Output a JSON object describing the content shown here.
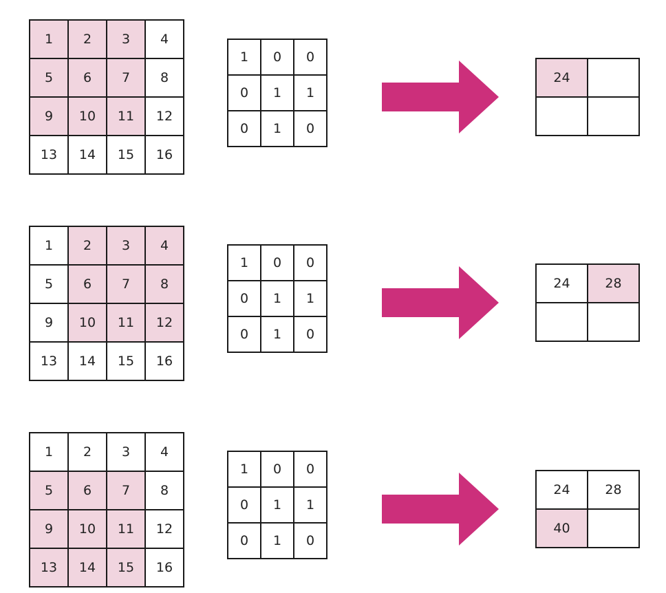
{
  "colors": {
    "highlight": "#f1d5df",
    "arrow": "#cc2f7b",
    "border": "#1a1a1a"
  },
  "steps": [
    {
      "input": [
        [
          "1",
          "2",
          "3",
          "4"
        ],
        [
          "5",
          "6",
          "7",
          "8"
        ],
        [
          "9",
          "10",
          "11",
          "12"
        ],
        [
          "13",
          "14",
          "15",
          "16"
        ]
      ],
      "input_highlight": [
        [
          1,
          1,
          1,
          0
        ],
        [
          1,
          1,
          1,
          0
        ],
        [
          1,
          1,
          1,
          0
        ],
        [
          0,
          0,
          0,
          0
        ]
      ],
      "kernel": [
        [
          "1",
          "0",
          "0"
        ],
        [
          "0",
          "1",
          "1"
        ],
        [
          "0",
          "1",
          "0"
        ]
      ],
      "output": [
        [
          "24",
          ""
        ],
        [
          "",
          ""
        ]
      ],
      "output_highlight": [
        [
          1,
          0
        ],
        [
          0,
          0
        ]
      ]
    },
    {
      "input": [
        [
          "1",
          "2",
          "3",
          "4"
        ],
        [
          "5",
          "6",
          "7",
          "8"
        ],
        [
          "9",
          "10",
          "11",
          "12"
        ],
        [
          "13",
          "14",
          "15",
          "16"
        ]
      ],
      "input_highlight": [
        [
          0,
          1,
          1,
          1
        ],
        [
          0,
          1,
          1,
          1
        ],
        [
          0,
          1,
          1,
          1
        ],
        [
          0,
          0,
          0,
          0
        ]
      ],
      "kernel": [
        [
          "1",
          "0",
          "0"
        ],
        [
          "0",
          "1",
          "1"
        ],
        [
          "0",
          "1",
          "0"
        ]
      ],
      "output": [
        [
          "24",
          "28"
        ],
        [
          "",
          ""
        ]
      ],
      "output_highlight": [
        [
          0,
          1
        ],
        [
          0,
          0
        ]
      ]
    },
    {
      "input": [
        [
          "1",
          "2",
          "3",
          "4"
        ],
        [
          "5",
          "6",
          "7",
          "8"
        ],
        [
          "9",
          "10",
          "11",
          "12"
        ],
        [
          "13",
          "14",
          "15",
          "16"
        ]
      ],
      "input_highlight": [
        [
          0,
          0,
          0,
          0
        ],
        [
          1,
          1,
          1,
          0
        ],
        [
          1,
          1,
          1,
          0
        ],
        [
          1,
          1,
          1,
          0
        ]
      ],
      "kernel": [
        [
          "1",
          "0",
          "0"
        ],
        [
          "0",
          "1",
          "1"
        ],
        [
          "0",
          "1",
          "0"
        ]
      ],
      "output": [
        [
          "24",
          "28"
        ],
        [
          "40",
          ""
        ]
      ],
      "output_highlight": [
        [
          0,
          0
        ],
        [
          1,
          0
        ]
      ]
    }
  ]
}
